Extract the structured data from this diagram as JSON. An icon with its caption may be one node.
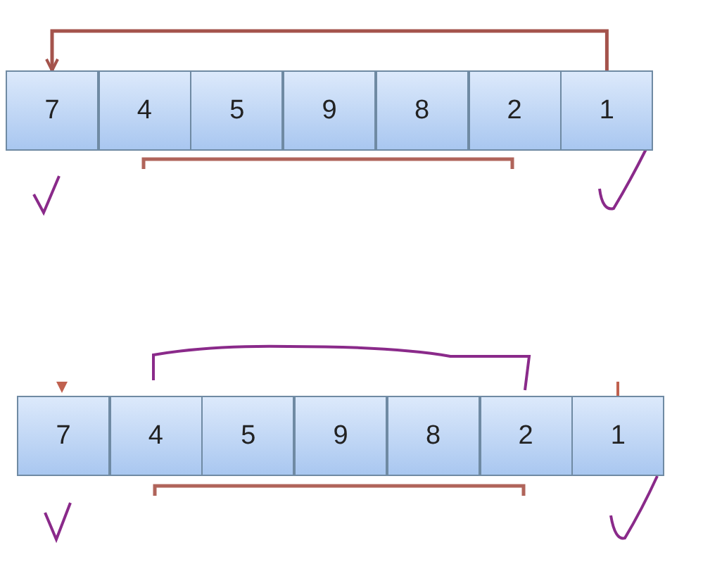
{
  "diagram": {
    "nodes": [
      {
        "text": [
          "7"
        ]
      },
      {
        "text": [
          "4"
        ]
      },
      {
        "text": [
          "5"
        ]
      },
      {
        "text": [
          "9"
        ]
      },
      {
        "text": [
          "8"
        ]
      },
      {
        "text": [
          "2"
        ]
      },
      {
        "text": [
          "1"
        ]
      },
      {
        "text": [
          "7"
        ]
      },
      {
        "text": [
          "4"
        ]
      },
      {
        "text": [
          "5"
        ]
      },
      {
        "text": [
          "9"
        ]
      },
      {
        "text": [
          "8"
        ]
      },
      {
        "text": [
          "2"
        ]
      },
      {
        "text": [
          "1"
        ]
      }
    ],
    "edges": [
      {
        "from": 6,
        "to": 0,
        "arrow": "to",
        "color": "#a4534c"
      }
    ]
  }
}
